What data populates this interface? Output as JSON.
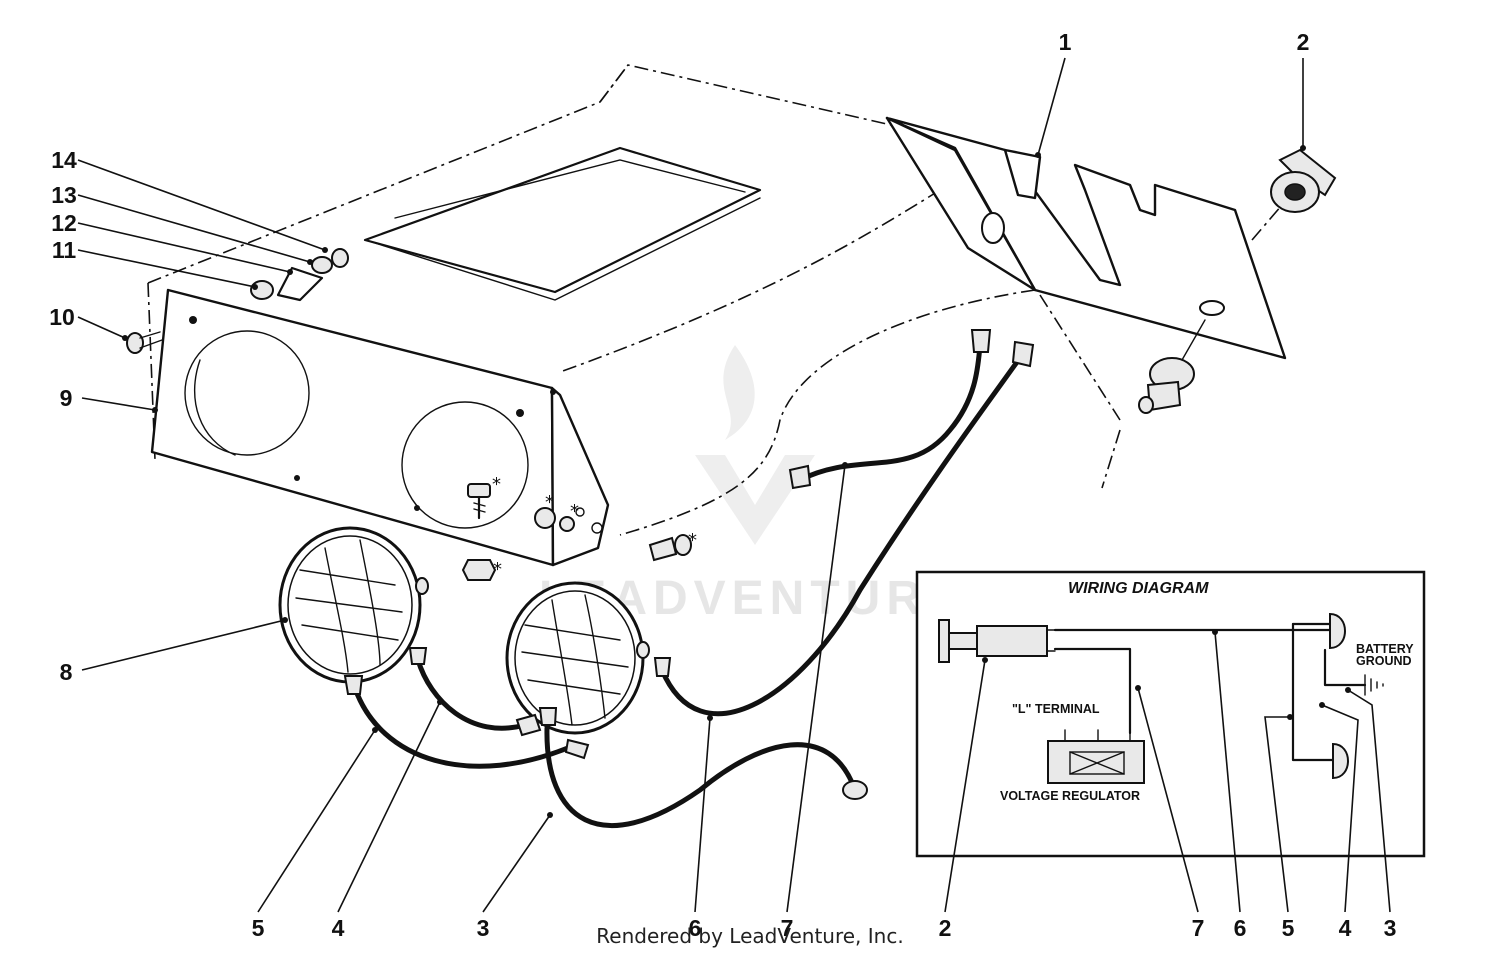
{
  "callouts": {
    "n1": "1",
    "n2": "2",
    "n3": "3",
    "n4": "4",
    "n5": "5",
    "n6": "6",
    "n7": "7",
    "n8": "8",
    "n9": "9",
    "n10": "10",
    "n11": "11",
    "n12": "12",
    "n13": "13",
    "n14": "14"
  },
  "bottom_numbers": {
    "b5": "5",
    "b4": "4",
    "b3": "3",
    "b6": "6",
    "b7": "7",
    "w2": "2",
    "w7": "7",
    "w6": "6",
    "w5": "5",
    "w4": "4",
    "w3": "3"
  },
  "wiring_diagram": {
    "title": "WIRING DIAGRAM",
    "l_terminal": "\"L\" TERMINAL",
    "voltage_regulator": "VOLTAGE REGULATOR",
    "battery": "BATTERY",
    "ground": "GROUND"
  },
  "watermark": "LEADVENTURE",
  "footer": "Rendered by LeadVenture, Inc.",
  "star_marker": "*"
}
